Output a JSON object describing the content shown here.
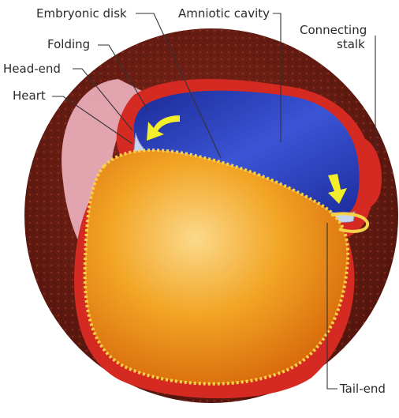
{
  "labels": {
    "embryonic_disk": "Embryonic disk",
    "amniotic_cavity": "Amniotic cavity",
    "connecting_stalk_line1": "Connecting",
    "connecting_stalk_line2": "stalk",
    "folding": "Folding",
    "head_end": "Head-end",
    "heart": "Heart",
    "tail_end": "Tail-end"
  },
  "colors": {
    "tissue_background": "#6b1c12",
    "amniotic_cavity": "#2a3fb4",
    "yolk_sac": "#f0a21e",
    "membrane": "#d42a22",
    "outer_fold": "#eeb3c0",
    "arrows": "#f2ef2a",
    "leader_lines": "#333333"
  },
  "icons": {
    "fold_arrow_head": "curved-arrow-icon",
    "fold_arrow_tail": "down-arrow-icon"
  }
}
